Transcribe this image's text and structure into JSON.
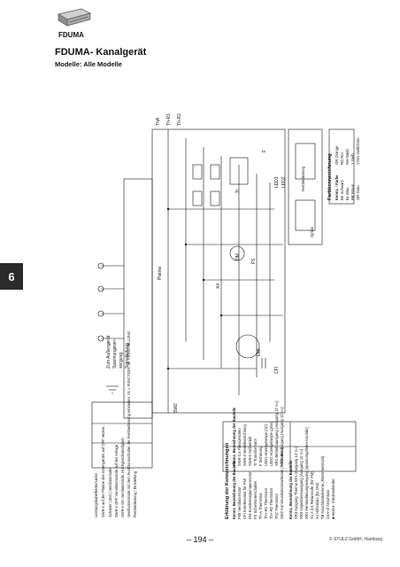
{
  "header": {
    "brand": "FDUMA",
    "title": "FDUMA- Kanalgerät",
    "subtitle": "Modelle: Alle Modelle"
  },
  "chapter": "6",
  "footer": {
    "page": "– 194 –",
    "copyright": "© STULZ GmbH, Hamburg"
  },
  "colors": {
    "tab_bg": "#2b2b2b",
    "ink": "#111111"
  },
  "diagram": {
    "board_label": "Platine",
    "power_label": "Leistungskabelfelder/Leiter",
    "notes": [
      "Zum Außengerät",
      "Spannungsver-",
      "sorgung",
      "Signalleitung"
    ],
    "note_on_off": "SW9-4 auf der Platine des Innengeräts auf OFF setzen.",
    "fan_table_head": [
      "Schalter",
      "Zeit",
      "Ventilatorstufe",
      "Fernbedienung",
      "Einstellung"
    ],
    "fan_table_rows": [
      [
        "SW9-4",
        "OFF",
        "Ventilationsstufe auf der Anlage"
      ],
      [
        "SW9-4",
        "ON",
        "Ventilatorstufe, Hochgeschwindigkeit"
      ]
    ],
    "func_note": "Ventilationsstufe mit dem Funktionsschalter der Fernbedienung einstellen. 01 = FUNCTION, 02 = EINSTELLUNG",
    "legend_title": "Erklärung der Kennzeichnungen",
    "legend_left_head": [
      "Kennz.",
      "Bezeichnung der Bauteile"
    ],
    "legend_left": [
      [
        "FMI",
        "Ventilatormotor"
      ],
      [
        "CFI",
        "Kondensator für FMI"
      ],
      [
        "DM",
        "Kondensatpumpenmotor"
      ],
      [
        "FS",
        "Schwimmerschalter"
      ],
      [
        "Th-A",
        "Thermistor"
      ],
      [
        "Th-I-R1",
        "Thermistor"
      ],
      [
        "Th-I-R2",
        "Thermistor"
      ],
      [
        "ThC",
        "Thermistor"
      ],
      [
        "SW2",
        "Kommunikationsadresse (Fortlaufend)"
      ]
    ],
    "legend_mid_head": [
      "Kennz.",
      "Bezeichnung der Bauteile"
    ],
    "legend_mid": [
      [
        "SW9-3,4",
        "Fliesszeichen"
      ],
      [
        "SW9-3",
        "Modelleinrichtung"
      ],
      [
        "SW9-5",
        "Notbetrieb"
      ],
      [
        "Tr",
        "Transformator"
      ],
      [
        "F",
        "Sicherung"
      ],
      [
        "LED1",
        "Anzeigelampe (rot)"
      ],
      [
        "LED2",
        "Anzeigelampe (grün)"
      ],
      [
        "XR1",
        "Betriebsausgang (Ausgang 12 V=)"
      ],
      [
        "XR2",
        "Heizausgang (Ausgang 12 V=)"
      ]
    ],
    "legend_right_head": [
      "Kennz.",
      "Bezeichnung der Bauteile"
    ],
    "legend_right": [
      [
        "XR3",
        "Ausgang Thermo EIN (Ausgang 12 V=)"
      ],
      [
        "XR5",
        "Inspektionsausgang (Ausgang 12 V=)"
      ],
      [
        "XR4",
        "Fernbedienungseingang (spannungsfreier Kontakt)"
      ],
      [
        "X1,2,3,6",
        "Relaisstufe (für FM)"
      ],
      [
        "X4",
        "Hilfsrelais (für DM)"
      ],
      [
        "TB",
        "Anschlussklemme (Klemmenstück)"
      ],
      [
        "CnA~Z",
        "Anschluss"
      ],
      [
        "■ Kennz.",
        "Steckverbinder"
      ]
    ],
    "color_title": "Farbkennzeichnung",
    "color_head": [
      "Kennz.",
      "Farbe"
    ],
    "color_codes": [
      [
        "BK",
        "Schwarz"
      ],
      [
        "BL",
        "Blau"
      ],
      [
        "BR",
        "Braun"
      ],
      [
        "GR",
        "Grau"
      ],
      [
        "OR",
        "Orange"
      ],
      [
        "RD",
        "Rot"
      ],
      [
        "WH",
        "Weiß"
      ],
      [
        "Y",
        "Gelb"
      ],
      [
        "Y/GN",
        "Gelb/Grün"
      ]
    ],
    "component_labels": {
      "fm": "FMI",
      "dm": "DM",
      "cfi": "CFI",
      "tr": "Tr",
      "fs": "FS",
      "sw2": "SW2",
      "tha": "ThA",
      "thr1": "Th-R1",
      "thr2": "Th-R2",
      "led1": "LED1",
      "led2": "LED2",
      "f": "F",
      "x4": "X4",
      "remote": "Fernbedienung",
      "option": "Option"
    }
  }
}
